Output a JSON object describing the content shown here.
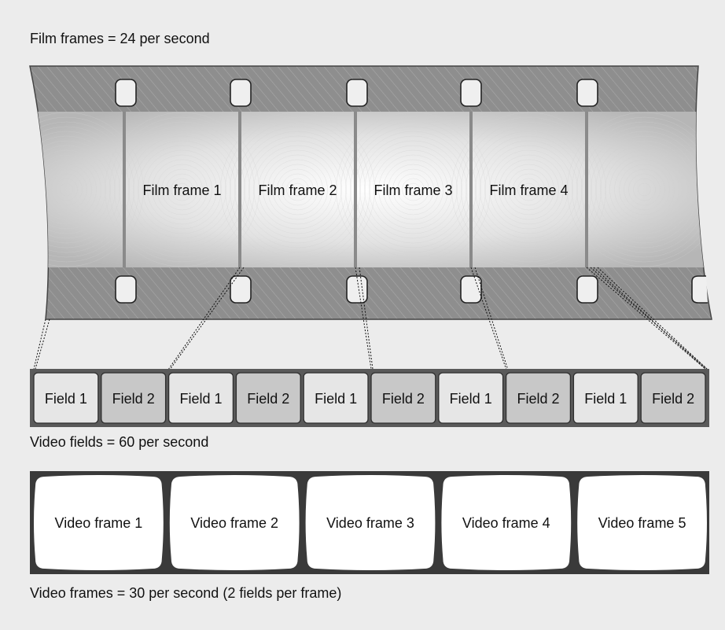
{
  "captions": {
    "film_rate": "Film frames = 24 per second",
    "field_rate": "Video fields = 60 per second",
    "video_rate": "Video frames = 30 per second (2 fields per frame)"
  },
  "film_frames": [
    "Film frame 1",
    "Film frame 2",
    "Film frame 3",
    "Film frame 4"
  ],
  "fields": [
    "Field 1",
    "Field 2",
    "Field 1",
    "Field 2",
    "Field 1",
    "Field 2",
    "Field 1",
    "Field 2",
    "Field 1",
    "Field 2"
  ],
  "video_frames": [
    "Video frame 1",
    "Video frame 2",
    "Video frame 3",
    "Video frame 4",
    "Video frame 5"
  ],
  "pulldown_fields_per_film_frame": [
    2,
    3,
    2,
    3
  ],
  "colors": {
    "background": "#ececec",
    "film_base": "#8e8e8e",
    "field_1": "#e6e6e6",
    "field_2": "#c8c8c8",
    "video_bezel": "#3a3a3a",
    "video_screen": "#ffffff"
  }
}
